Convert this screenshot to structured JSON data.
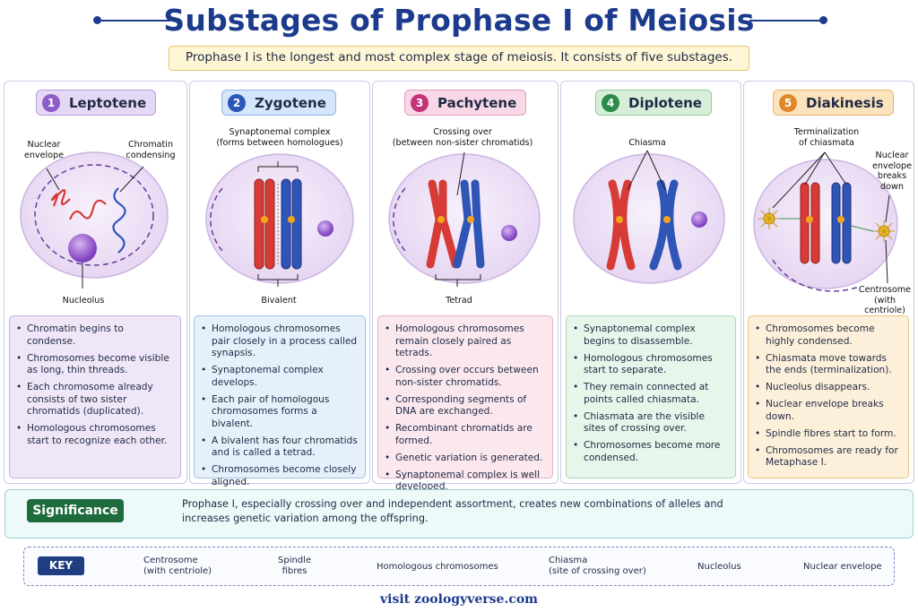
{
  "title": "Substages of Prophase I of Meiosis",
  "subtitle": "Prophase I is the longest and most complex stage of meiosis. It consists of five substages.",
  "stages": [
    {
      "num": "1",
      "name": "Leptotene",
      "labels": {
        "nuclear_envelope": "Nuclear\nenvelope",
        "chromatin": "Chromatin\ncondensing",
        "nucleolus": "Nucleolus"
      },
      "bullets": [
        "Chromatin begins to condense.",
        "Chromosomes become visible as long, thin threads.",
        "Each chromosome already consists of two sister chromatids (duplicated).",
        "Homologous chromosomes start to recognize each other."
      ]
    },
    {
      "num": "2",
      "name": "Zygotene",
      "labels": {
        "top": "Synaptonemal complex\n(forms between homologues)",
        "bottom": "Bivalent"
      },
      "bullets": [
        "Homologous chromosomes pair closely in a process called synapsis.",
        "Synaptonemal complex develops.",
        "Each pair of homologous chromosomes forms a bivalent.",
        "A bivalent has four chromatids and is called a tetrad.",
        "Chromosomes become closely aligned."
      ]
    },
    {
      "num": "3",
      "name": "Pachytene",
      "labels": {
        "top": "Crossing over\n(between non-sister chromatids)",
        "bottom": "Tetrad"
      },
      "bullets": [
        "Homologous chromosomes remain closely paired as tetrads.",
        "Crossing over occurs between non-sister chromatids.",
        "Corresponding segments of DNA are exchanged.",
        "Recombinant chromatids are formed.",
        "Genetic variation is generated.",
        "Synaptonemal complex is well developed."
      ]
    },
    {
      "num": "4",
      "name": "Diplotene",
      "labels": {
        "top": "Chiasma"
      },
      "bullets": [
        "Synaptonemal complex begins to disassemble.",
        "Homologous chromosomes start to separate.",
        "They remain connected at points called chiasmata.",
        "Chiasmata are the visible sites of crossing over.",
        "Chromosomes become more condensed."
      ]
    },
    {
      "num": "5",
      "name": "Diakinesis",
      "labels": {
        "top": "Terminalization\nof chiasmata",
        "right": "Nuclear\nenvelope\nbreaks\ndown",
        "centrosome": "Centrosome\n(with centriole)"
      },
      "bullets": [
        "Chromosomes become highly condensed.",
        "Chiasmata move towards the ends (terminalization).",
        "Nucleolus disappears.",
        "Nuclear envelope breaks down.",
        "Spindle fibres start to form.",
        "Chromosomes are ready for Metaphase I."
      ]
    }
  ],
  "significance": {
    "label": "Significance",
    "text": "Prophase I, especially crossing over and independent assortment, creates new combinations of alleles and increases genetic variation among the offspring."
  },
  "key": {
    "label": "KEY",
    "items": [
      "Centrosome\n(with centriole)",
      "Spindle\nfibres",
      "Homologous chromosomes",
      "Chiasma\n(site of crossing over)",
      "Nucleolus",
      "Nuclear envelope"
    ]
  },
  "footer": "visit zoologyverse.com",
  "colors": {
    "title": "#1d3b8c",
    "chromosome_red": "#d63b36",
    "chromosome_blue": "#2f55b7",
    "centromere": "#f3a51d",
    "nucleolus": "#9a5bd3",
    "stage_1": "#8e5cc8",
    "stage_2": "#2b58b8",
    "stage_3": "#c4327a",
    "stage_4": "#2c8b4a",
    "stage_5": "#e0872a"
  }
}
